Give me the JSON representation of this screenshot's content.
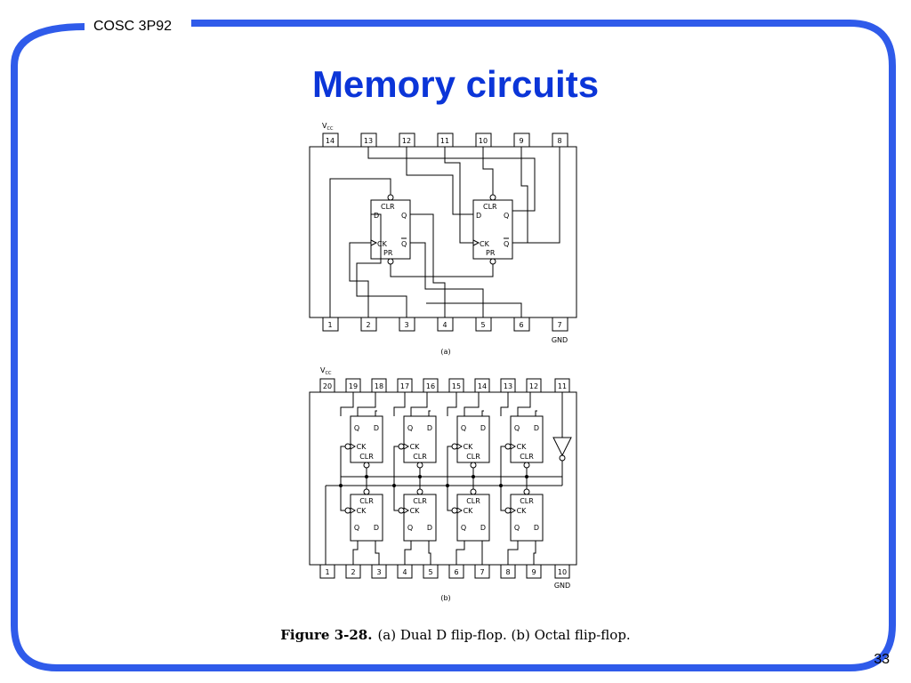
{
  "slide": {
    "course": "COSC 3P92",
    "title": "Memory circuits",
    "page_number": "33",
    "accent_color": "#2f5bea",
    "title_color": "#0b35d8"
  },
  "caption": {
    "figure_number": "Figure 3-28.",
    "text": "(a) Dual D flip-flop. (b) Octal flip-flop."
  },
  "diagram_a": {
    "sublabel": "(a)",
    "vcc": "V",
    "vcc_sub": "CC",
    "gnd": "GND",
    "top_pins": [
      "14",
      "13",
      "12",
      "11",
      "10",
      "9",
      "8"
    ],
    "bottom_pins": [
      "1",
      "2",
      "3",
      "4",
      "5",
      "6",
      "7"
    ],
    "ff_labels": {
      "clr": "CLR",
      "d": "D",
      "q": "Q",
      "ck": "CK",
      "qbar": "Q",
      "pr": "PR"
    }
  },
  "diagram_b": {
    "sublabel": "(b)",
    "vcc": "V",
    "vcc_sub": "CC",
    "gnd": "GND",
    "top_pins": [
      "20",
      "19",
      "18",
      "17",
      "16",
      "15",
      "14",
      "13",
      "12",
      "11"
    ],
    "bottom_pins": [
      "1",
      "2",
      "3",
      "4",
      "5",
      "6",
      "7",
      "8",
      "9",
      "10"
    ],
    "ff_labels": {
      "q": "Q",
      "d": "D",
      "ck": "CK",
      "clr": "CLR"
    }
  }
}
